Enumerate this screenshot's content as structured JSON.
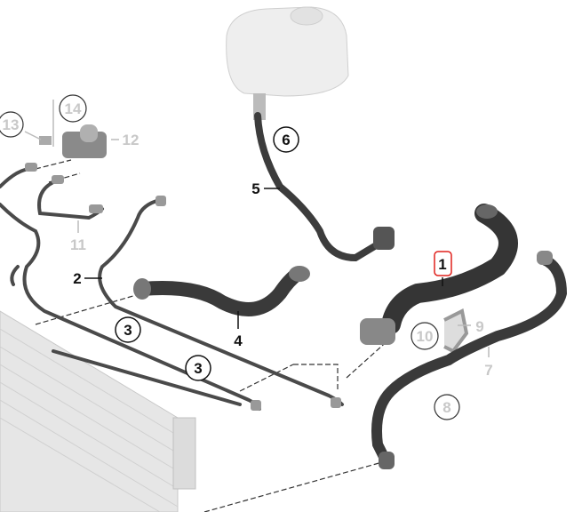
{
  "diagram": {
    "colors": {
      "active": "#111111",
      "inactive": "#c8c8c8",
      "highlight": "#e0201c",
      "hose": "#3a3a3a",
      "radiator": "#e4e4e4"
    },
    "labels": {
      "p1": "1",
      "p2": "2",
      "p3a": "3",
      "p3b": "3",
      "p4": "4",
      "p5": "5",
      "p6": "6",
      "p7": "7",
      "p8": "8",
      "p9": "9",
      "p10": "10",
      "p11": "11",
      "p12": "12",
      "p13": "13",
      "p14": "14"
    }
  }
}
